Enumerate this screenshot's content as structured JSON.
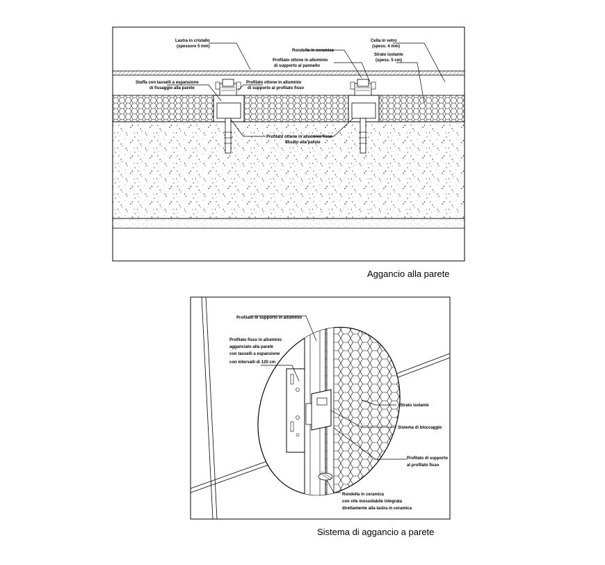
{
  "top_drawing": {
    "caption": "Aggancio alla parete",
    "labels": {
      "lastra_l1": "Lastra in cristallo",
      "lastra_l2": "(spessore 5 mm)",
      "rondella_top": "Rondella in ceramica",
      "profilato_ottone_l1": "Profilato ottone in alluminio",
      "profilato_ottone_l2": "di supporto al pannello",
      "cella_l1": "Cella in vetro",
      "cella_l2": "(spess. 4 mm)",
      "strato_l1": "Strato isolante",
      "strato_l2": "(spess. 5 cm)",
      "staffa_l1": "Staffa con tasselli a espansione",
      "staffa_l2": "di fissaggio alla parete",
      "profilato_sup_l1": "Profilato ottone in alluminio",
      "profilato_sup_l2": "di supporto al profilato fisso",
      "profilato_mid_l1": "Profilato ottone in alluminio fisso",
      "profilato_mid_l2": "fissato alla parete"
    }
  },
  "bottom_drawing": {
    "caption": "Sistema di aggancio a parete",
    "labels": {
      "profilato_supporto": "Profilato di supporto in alluminio",
      "profilato_fisso_l1": "Profilato fisso in alluminio",
      "profilato_fisso_l2": "agganciato alla parete",
      "profilato_fisso_l3": "con tasselli a espansione",
      "profilato_fisso_l4": "con intervalli di 120 cm",
      "strato": "Strato isolante",
      "sistema": "Sistema di bloccaggio",
      "prof_sup_l1": "Profilato di supporto",
      "prof_sup_l2": "al profilato fisso",
      "rondella_l1": "Rondella in ceramica",
      "rondella_l2": "con vite inossidabile integrata",
      "rondella_l3": "direttamente alla lastra in ceramica"
    }
  }
}
